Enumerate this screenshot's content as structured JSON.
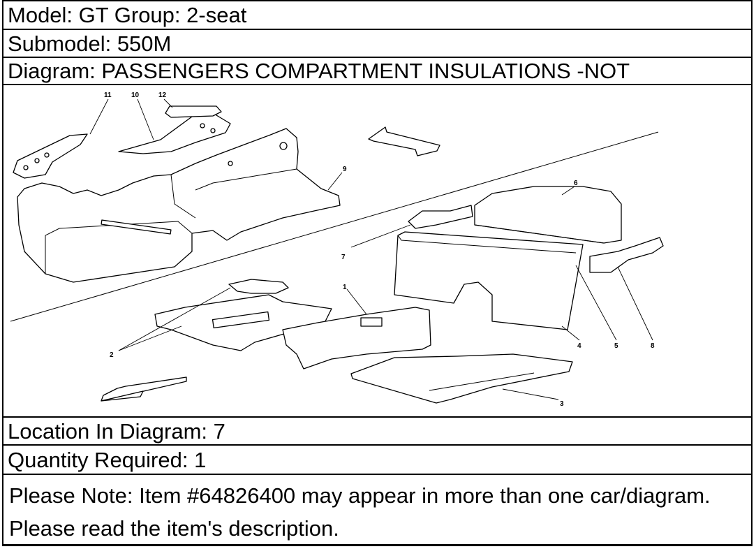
{
  "header": {
    "model_line": "Model: GT Group: 2-seat",
    "submodel_line": "Submodel: 550M",
    "diagram_line": "Diagram: PASSENGERS COMPARTMENT INSULATIONS -NOT"
  },
  "diagram": {
    "callouts": [
      "11",
      "10",
      "12",
      "9",
      "6",
      "7",
      "1",
      "2",
      "4",
      "5",
      "8",
      "3"
    ]
  },
  "footer": {
    "location_line": "Location In Diagram: 7",
    "quantity_line": "Quantity Required: 1",
    "note_text": "Please Note: Item #64826400 may appear in more than one car/diagram. Please read the item's description."
  }
}
